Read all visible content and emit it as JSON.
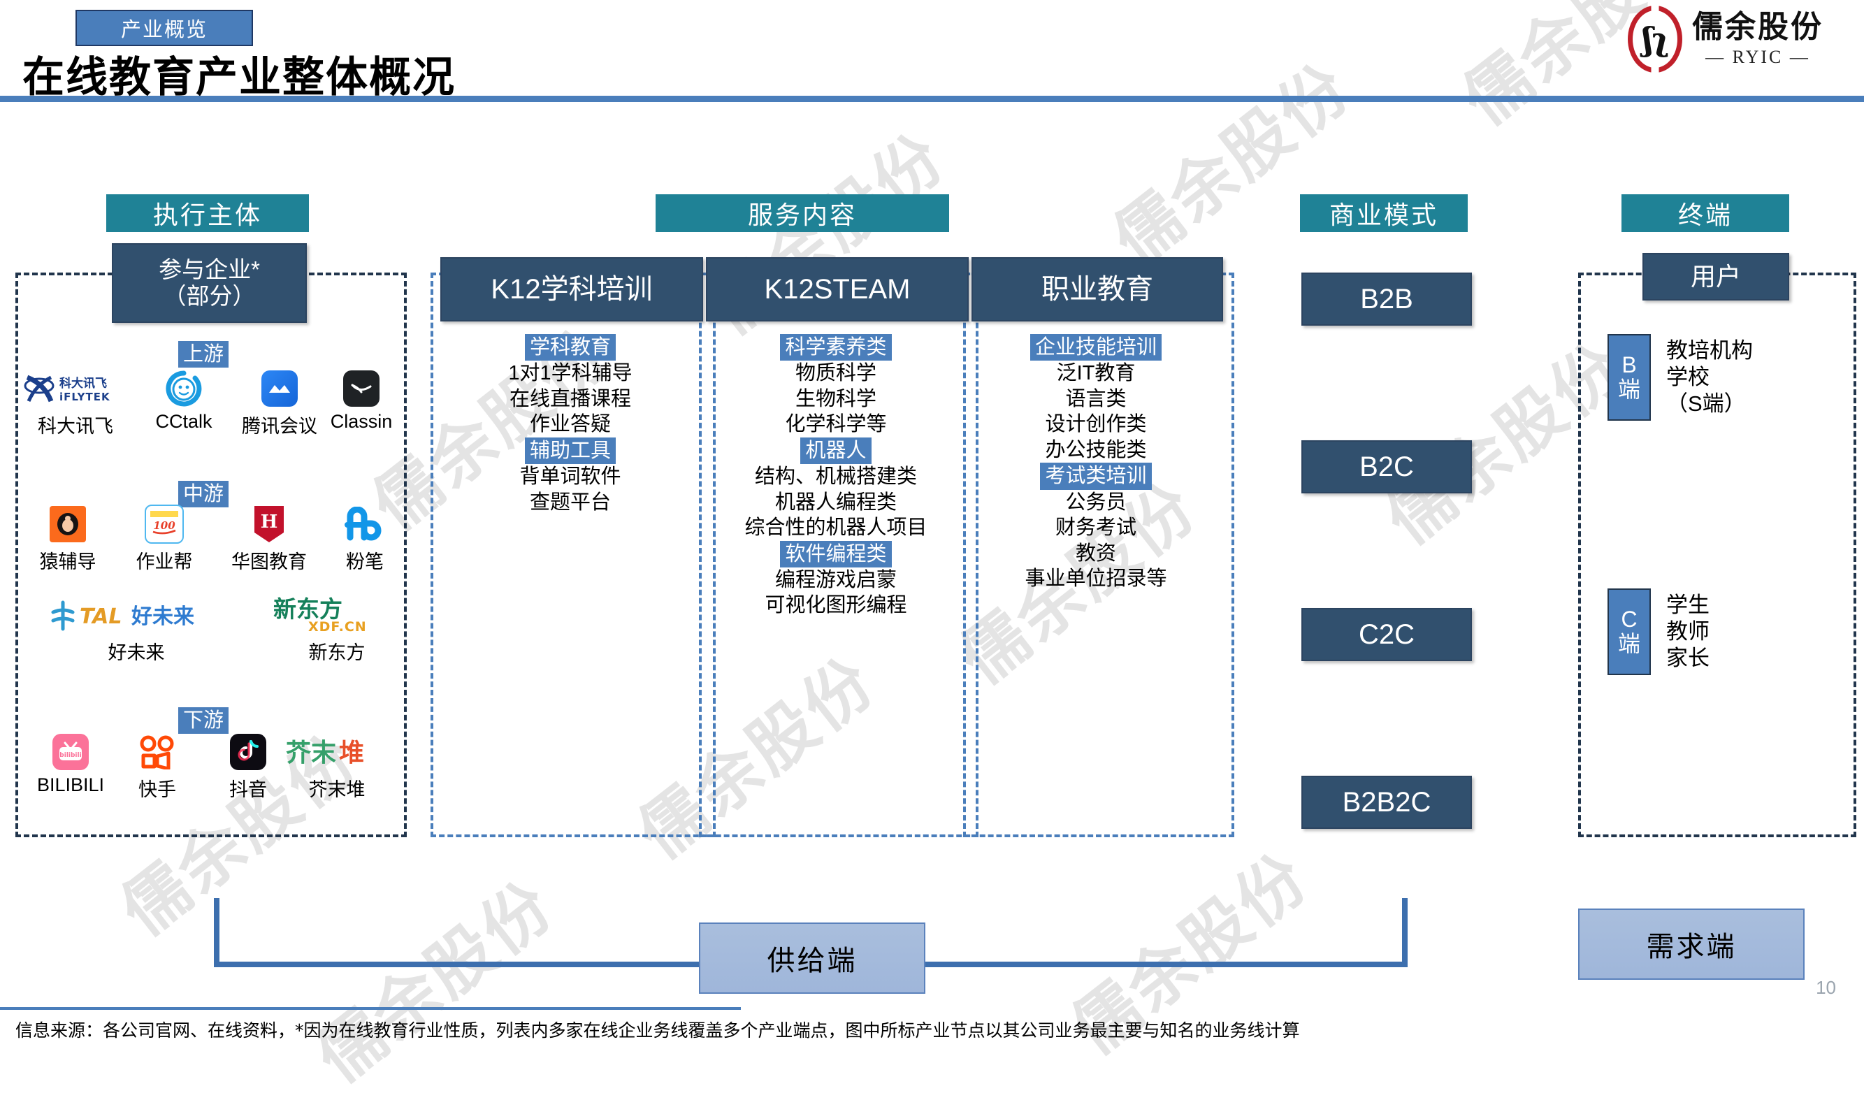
{
  "header": {
    "kicker": "产业概览",
    "title": "在线教育产业整体概况",
    "logo_cn": "儒余股份",
    "logo_en": "— RYIC —"
  },
  "sections": {
    "executor": "执行主体",
    "service": "服务内容",
    "business_model": "商业模式",
    "terminal": "终端"
  },
  "executor": {
    "box_title_line1": "参与企业*",
    "box_title_line2": "（部分）",
    "tiers": {
      "upstream": "上游",
      "midstream": "中游",
      "downstream": "下游"
    },
    "upstream": [
      {
        "name": "科大讯飞",
        "logo": "iflytek-logo"
      },
      {
        "name": "CCtalk",
        "logo": "cctalk-logo"
      },
      {
        "name": "腾讯会议",
        "logo": "tencent-meeting-logo"
      },
      {
        "name": "Classin",
        "logo": "classin-logo"
      }
    ],
    "midstream_row1": [
      {
        "name": "猿辅导",
        "logo": "yuanfudao-logo"
      },
      {
        "name": "作业帮",
        "logo": "zuoyebang-logo"
      },
      {
        "name": "华图教育",
        "logo": "huatu-logo"
      },
      {
        "name": "粉笔",
        "logo": "fenbi-logo"
      }
    ],
    "midstream_row2": [
      {
        "name": "好未来",
        "logo": "tal-logo"
      },
      {
        "name": "新东方",
        "logo": "xdf-logo"
      }
    ],
    "downstream": [
      {
        "name": "BILIBILI",
        "logo": "bilibili-logo"
      },
      {
        "name": "快手",
        "logo": "kuaishou-logo"
      },
      {
        "name": "抖音",
        "logo": "douyin-logo"
      },
      {
        "name": "芥末堆",
        "logo": "jiemodui-logo"
      }
    ]
  },
  "service_columns": [
    {
      "title": "K12学科培训",
      "groups": [
        {
          "tag": "学科教育",
          "items": [
            "1对1学科辅导",
            "在线直播课程",
            "作业答疑"
          ]
        },
        {
          "tag": "辅助工具",
          "items": [
            "背单词软件",
            "查题平台"
          ]
        }
      ]
    },
    {
      "title": "K12STEAM",
      "groups": [
        {
          "tag": "科学素养类",
          "items": [
            "物质科学",
            "生物科学",
            "化学科学等"
          ]
        },
        {
          "tag": "机器人",
          "items": [
            "结构、机械搭建类",
            "机器人编程类",
            "综合性的机器人项目"
          ]
        },
        {
          "tag": "软件编程类",
          "items": [
            "编程游戏启蒙",
            "可视化图形编程"
          ]
        }
      ]
    },
    {
      "title": "职业教育",
      "groups": [
        {
          "tag": "企业技能培训",
          "items": [
            "泛IT教育",
            "语言类",
            "设计创作类",
            "办公技能类"
          ]
        },
        {
          "tag": "考试类培训",
          "items": [
            "公务员",
            "财务考试",
            "教资",
            "事业单位招录等"
          ]
        }
      ]
    }
  ],
  "business_models": [
    "B2B",
    "B2C",
    "C2C",
    "B2B2C"
  ],
  "terminal": {
    "box_title": "用户",
    "groups": [
      {
        "badge_letter": "B",
        "badge_suffix": "端",
        "lines": [
          "教培机构",
          "学校",
          "（S端）"
        ]
      },
      {
        "badge_letter": "C",
        "badge_suffix": "端",
        "lines": [
          "学生",
          "教师",
          "家长"
        ]
      }
    ]
  },
  "bottom": {
    "supply": "供给端",
    "demand": "需求端"
  },
  "footer": {
    "note": "信息来源：各公司官网、在线资料，*因为在线教育行业性质，列表内多家在线企业务线覆盖多个产业端点，图中所标产业节点以其公司业务最主要与知名的业务线计算",
    "page": "10"
  },
  "watermark": {
    "text": "儒余股份"
  },
  "colors": {
    "accent_blue": "#4a7ebb",
    "teal": "#1f8296",
    "navy": "#31506e",
    "dark_outline": "#21354c",
    "light_blue": "#a9bedd",
    "logo_red": "#c0202a"
  }
}
